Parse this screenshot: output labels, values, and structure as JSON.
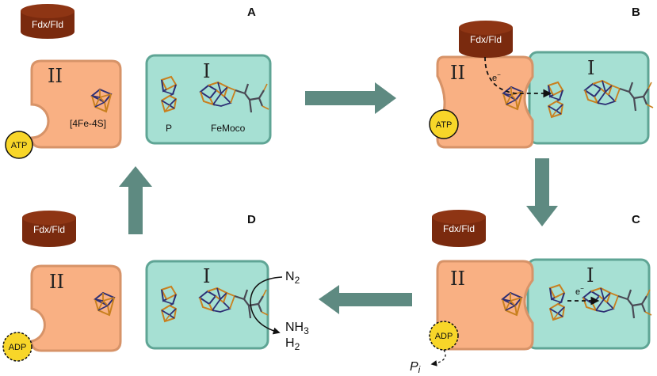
{
  "panels": {
    "a": "A",
    "b": "B",
    "c": "C",
    "d": "D"
  },
  "labels": {
    "fdx_fld": "Fdx/Fld",
    "protein_ii": "II",
    "protein_i": "I",
    "cluster_4fe4s": "[4Fe-4S]",
    "p_cluster": "P",
    "femoco": "FeMoco",
    "atp": "ATP",
    "adp": "ADP",
    "electron": "e",
    "electron_sup": "−",
    "n2_base": "N",
    "n2_sub": "2",
    "nh3_base": "NH",
    "nh3_sub": "3",
    "h2_base": "H",
    "h2_sub": "2",
    "pi_base": "P",
    "pi_sub": "i"
  },
  "colors": {
    "protein_ii": "#f9b083",
    "protein_ii_border": "#d79368",
    "protein_i": "#a6e0d3",
    "protein_i_border": "#5fa595",
    "fdx": "#7a2a0e",
    "atp": "#f8d629",
    "arrow": "#5e8a81",
    "cluster_orange": "#c9801f",
    "cluster_navy": "#2d2f74"
  }
}
